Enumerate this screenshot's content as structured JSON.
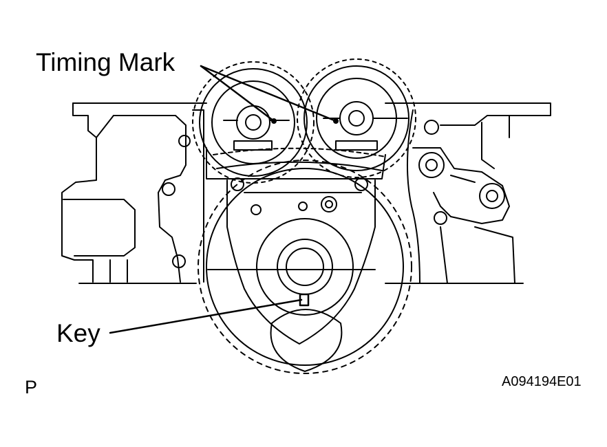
{
  "labels": {
    "timing_mark": "Timing Mark",
    "key": "Key",
    "view_letter": "P",
    "figure_code": "A094194E01"
  },
  "colors": {
    "line": "#000000",
    "background": "#ffffff"
  }
}
